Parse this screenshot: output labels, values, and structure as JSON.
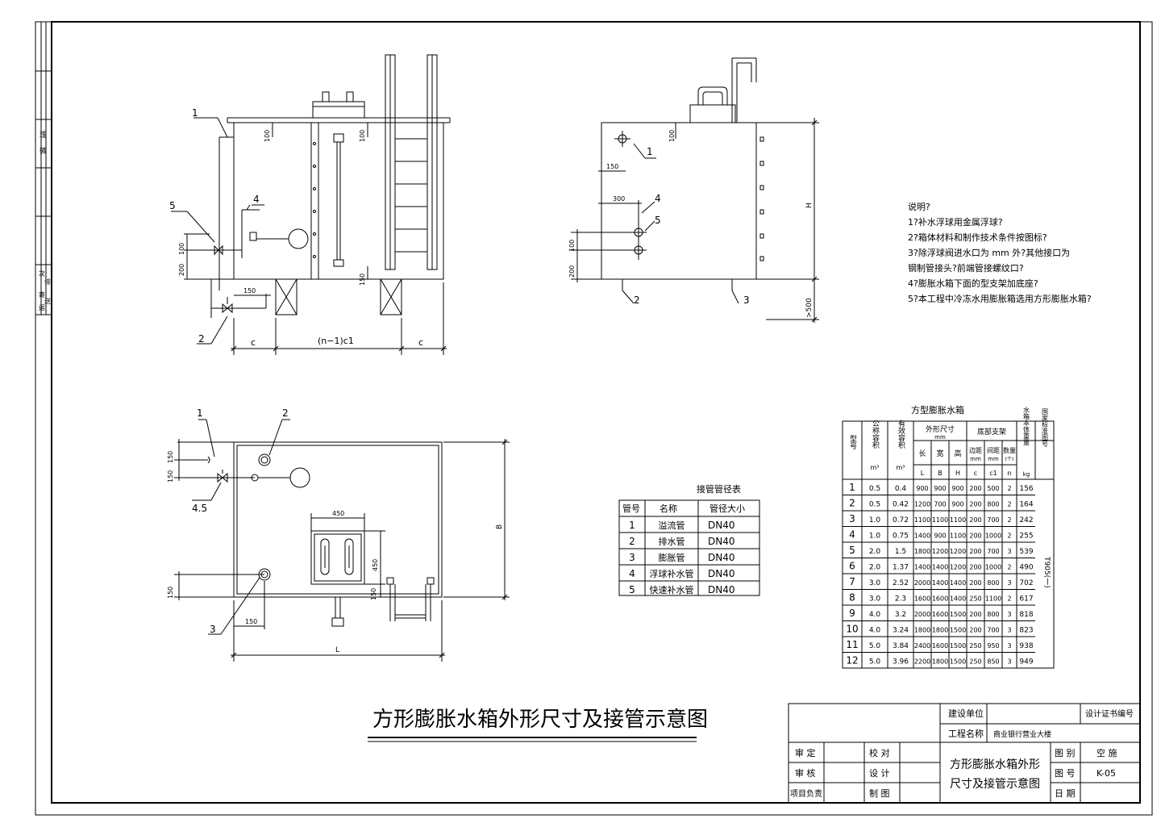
{
  "main_title": "方形膨胀水箱外形尺寸及接管示意图",
  "side_strip": {
    "t1": "理",
    "t2": "微",
    "t3": "次",
    "t4": "排",
    "t5": "寄",
    "t6": "送",
    "t7": "运"
  },
  "front_view": {
    "n1": "1",
    "n2": "2",
    "n4": "4",
    "n5": "5",
    "d100a": "100",
    "d100b": "100",
    "d100c": "100",
    "d200": "200",
    "d150a": "150",
    "d150b": "150",
    "c_left": "c",
    "c_right": "c",
    "mid": "(n−1)c1"
  },
  "side_view": {
    "n1": "1",
    "n2": "2",
    "n3": "3",
    "n4": "4",
    "n5": "5",
    "d100a": "100",
    "d150": "150",
    "d300": "300",
    "d100b": "100",
    "d200": "200",
    "H": "H",
    "d500": ">500"
  },
  "plan_view": {
    "n1": "1",
    "n2": "2",
    "n3": "3",
    "n45": "4.5",
    "d150a": "150",
    "d150b": "150",
    "d150c": "150",
    "d150d": "150",
    "d150e": "150",
    "d450a": "450",
    "d450b": "450",
    "B": "B",
    "L": "L"
  },
  "notes": {
    "title": "说明?",
    "lines": [
      "1?补水浮球用金属浮球?",
      "2?箱体材料和制作技术条件按图标?",
      "3?除浮球阀进水口为  mm 外?其他接口为",
      "   钢制管接头?前端管接螺纹口?",
      "4?膨胀水箱下面的型支架加底座?",
      "5?本工程中冷冻水用膨胀箱选用方形膨胀水箱?"
    ]
  },
  "pipe_table": {
    "title": "接管管径表",
    "headers": [
      "管号",
      "名称",
      "管径大小"
    ],
    "rows": [
      [
        "1",
        "溢流管",
        "DN40"
      ],
      [
        "2",
        "排水管",
        "DN40"
      ],
      [
        "3",
        "膨胀管",
        "DN40"
      ],
      [
        "4",
        "浮球补水管",
        "DN40"
      ],
      [
        "5",
        "快速补水管",
        "DN40"
      ]
    ]
  },
  "spec_table": {
    "title": "方型膨胀水箱",
    "h_model": "型号",
    "h_nominal": "公称容积",
    "h_nominal_unit": "m³",
    "h_effective": "有效容积",
    "h_effective_unit": "m³",
    "h_outer": "外形尺寸",
    "h_outer_unit": "mm",
    "h_len": "长",
    "h_wid": "宽",
    "h_hgt": "高",
    "h_L": "L",
    "h_B": "B",
    "h_H": "H",
    "h_base": "底部支架",
    "h_edge": "边距",
    "h_edge_unit": "mm",
    "h_c": "c",
    "h_gap": "间距",
    "h_gap_unit": "mm",
    "h_c1": "c1",
    "h_count": "数量",
    "h_count_unit": "(个)",
    "h_n": "n",
    "h_weight": "水箱本体重量",
    "h_weight_unit": "kg",
    "h_std": "国家标准图号",
    "std_value": "T905(一)",
    "rows": [
      [
        "1",
        "0.5",
        "0.4",
        "900",
        "900",
        "900",
        "200",
        "500",
        "2",
        "156"
      ],
      [
        "2",
        "0.5",
        "0.42",
        "1200",
        "700",
        "900",
        "200",
        "800",
        "2",
        "164"
      ],
      [
        "3",
        "1.0",
        "0.72",
        "1100",
        "1100",
        "1100",
        "200",
        "700",
        "2",
        "242"
      ],
      [
        "4",
        "1.0",
        "0.75",
        "1400",
        "900",
        "1100",
        "200",
        "1000",
        "2",
        "255"
      ],
      [
        "5",
        "2.0",
        "1.5",
        "1800",
        "1200",
        "1200",
        "200",
        "700",
        "3",
        "539"
      ],
      [
        "6",
        "2.0",
        "1.37",
        "1400",
        "1400",
        "1200",
        "200",
        "1000",
        "2",
        "490"
      ],
      [
        "7",
        "3.0",
        "2.52",
        "2000",
        "1400",
        "1400",
        "200",
        "800",
        "3",
        "702"
      ],
      [
        "8",
        "3.0",
        "2.3",
        "1600",
        "1600",
        "1400",
        "250",
        "1100",
        "2",
        "617"
      ],
      [
        "9",
        "4.0",
        "3.2",
        "2000",
        "1600",
        "1500",
        "200",
        "800",
        "3",
        "818"
      ],
      [
        "10",
        "4.0",
        "3.24",
        "1800",
        "1800",
        "1500",
        "200",
        "700",
        "3",
        "823"
      ],
      [
        "11",
        "5.0",
        "3.84",
        "2400",
        "1600",
        "1500",
        "250",
        "950",
        "3",
        "938"
      ],
      [
        "12",
        "5.0",
        "3.96",
        "2200",
        "1800",
        "1500",
        "250",
        "850",
        "3",
        "949"
      ]
    ]
  },
  "title_block": {
    "client_label": "建设单位",
    "cert_label": "设计证书编号",
    "project_label": "工程名称",
    "project_value": "商业银行营业大楼",
    "review_label": "审  定",
    "check_label": "校  对",
    "audit_label": "审  核",
    "design_label": "设  计",
    "pm_label": "项目负责",
    "draw_label": "制  图",
    "sheet_title": "方形膨胀水箱外形尺寸及接管示意图",
    "sheet_title_l1": "方形膨胀水箱外形",
    "sheet_title_l2": "尺寸及接管示意图",
    "category_label": "图  别",
    "category_value": "空  施",
    "number_label": "图  号",
    "number_value": "K-05",
    "date_label": "日  期"
  }
}
